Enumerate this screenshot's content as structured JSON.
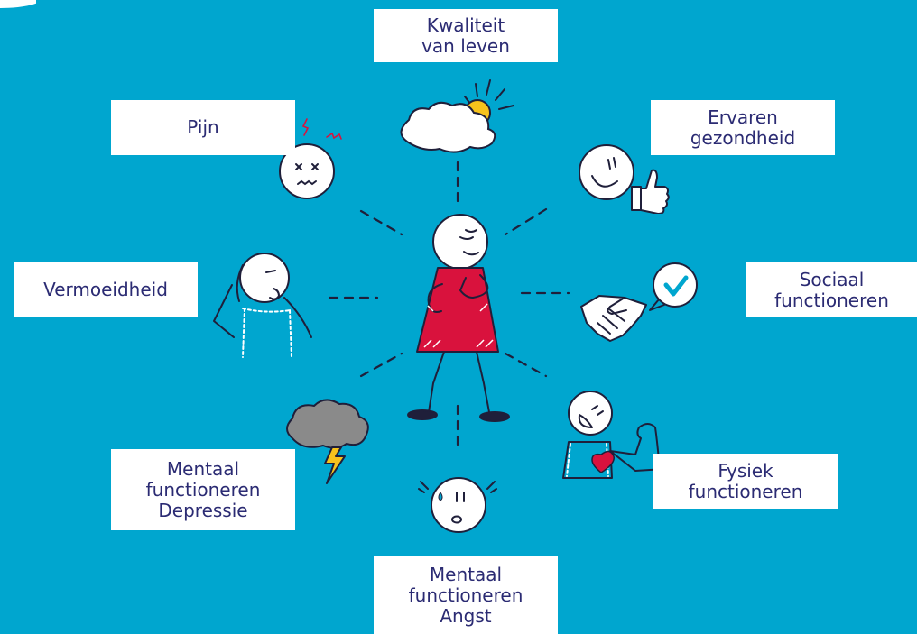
{
  "colors": {
    "background": "#00a6cf",
    "label_box": "#ffffff",
    "label_text": "#2b2b73",
    "dress": "#d9123d",
    "heart": "#d9123d",
    "sun": "#f6c21c",
    "lightning": "#f6c21c",
    "storm_cloud": "#8a8a8a",
    "check": "#00a6cf",
    "line": "#1f1f3a"
  },
  "center": {
    "icon": "thinking-person-icon"
  },
  "topics": [
    {
      "id": "quality-of-life",
      "lines": [
        "Kwaliteit",
        "van leven"
      ],
      "icon": "sun-cloud-icon"
    },
    {
      "id": "pain",
      "lines": [
        "Pijn"
      ],
      "icon": "pain-face-icon"
    },
    {
      "id": "perceived-health",
      "lines": [
        "Ervaren",
        "gezondheid"
      ],
      "icon": "thumbs-up-face-icon"
    },
    {
      "id": "fatigue",
      "lines": [
        "Vermoeidheid"
      ],
      "icon": "tired-person-icon"
    },
    {
      "id": "social-functioning",
      "lines": [
        "Sociaal",
        "functioneren"
      ],
      "icon": "handshake-check-icon"
    },
    {
      "id": "mental-depression",
      "lines": [
        "Mentaal",
        "functioneren",
        "Depressie"
      ],
      "icon": "storm-cloud-icon"
    },
    {
      "id": "physical-functioning",
      "lines": [
        "Fysiek",
        "functioneren"
      ],
      "icon": "strong-person-heart-icon"
    },
    {
      "id": "mental-anxiety",
      "lines": [
        "Mentaal",
        "functioneren",
        "Angst"
      ],
      "icon": "anxious-face-icon"
    }
  ]
}
